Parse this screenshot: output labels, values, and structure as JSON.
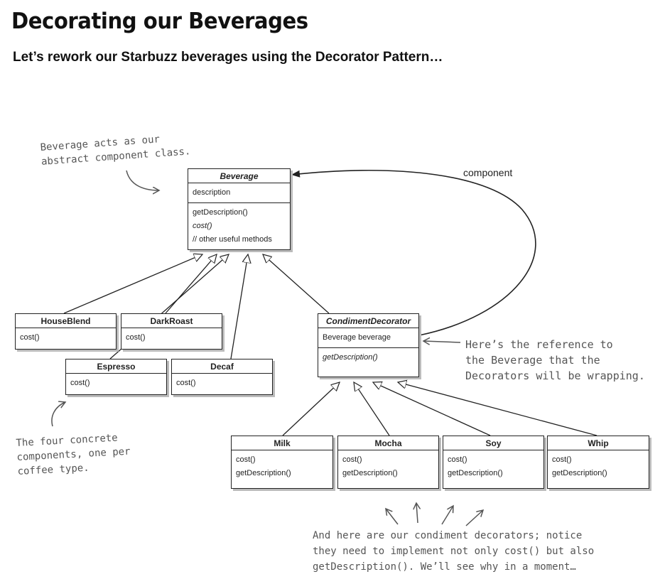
{
  "title": "Decorating our Beverages",
  "subtitle": "Let’s rework our Starbuzz beverages using the Decorator Pattern…",
  "beverage": {
    "name": "Beverage",
    "attribute": "description",
    "methods": [
      "getDescription()",
      "cost()",
      "// other useful methods"
    ]
  },
  "house_blend": {
    "name": "HouseBlend",
    "methods": [
      "cost()"
    ]
  },
  "dark_roast": {
    "name": "DarkRoast",
    "methods": [
      "cost()"
    ]
  },
  "espresso": {
    "name": "Espresso",
    "methods": [
      "cost()"
    ]
  },
  "decaf": {
    "name": "Decaf",
    "methods": [
      "cost()"
    ]
  },
  "condiment_decorator": {
    "name": "CondimentDecorator",
    "attribute": "Beverage beverage",
    "methods": [
      "getDescription()"
    ]
  },
  "milk": {
    "name": "Milk",
    "methods": [
      "cost()",
      "getDescription()"
    ]
  },
  "mocha": {
    "name": "Mocha",
    "methods": [
      "cost()",
      "getDescription()"
    ]
  },
  "soy": {
    "name": "Soy",
    "methods": [
      "cost()",
      "getDescription()"
    ]
  },
  "whip": {
    "name": "Whip",
    "methods": [
      "cost()",
      "getDescription()"
    ]
  },
  "component_label": "component",
  "notes": {
    "beverage_note": [
      "Beverage acts as our",
      "abstract component class."
    ],
    "reference_note": [
      "Here’s the reference to",
      "the Beverage that the",
      "Decorators will be wrapping."
    ],
    "concrete_note": [
      "The four concrete",
      "components, one per",
      "coffee type."
    ],
    "condiment_note": [
      "And here are our condiment decorators; notice",
      "they need to implement not only cost() but also",
      "getDescription(). We’ll see why in a moment…"
    ]
  }
}
